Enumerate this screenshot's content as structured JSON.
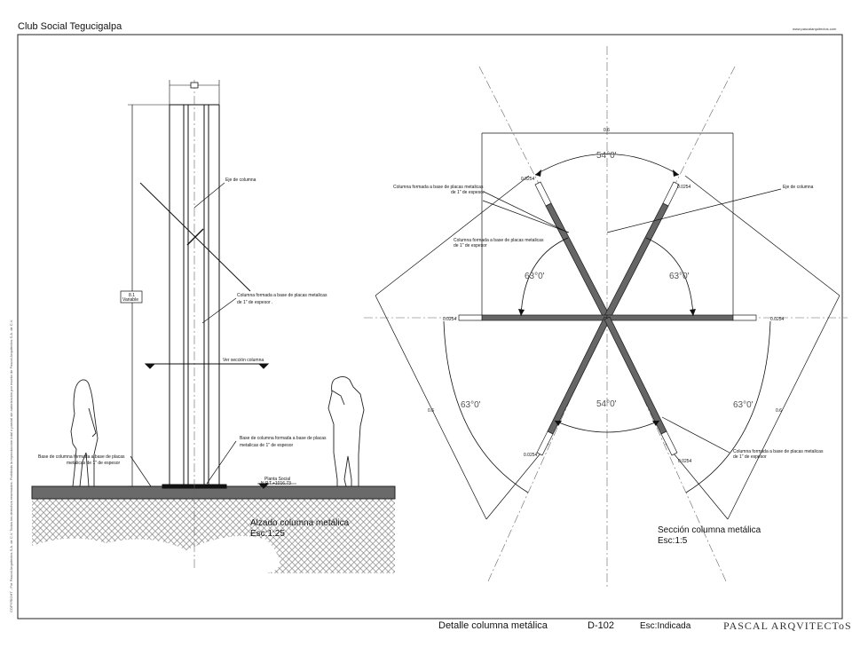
{
  "project": "Club Social Tegucigalpa",
  "website": "www.pascalarquitectos.com",
  "copyright": "COPYRIGHT - Por Pascal Arquitectos S.A. de C.V.  Todos los derechos reservados. Prohibida la reproducción total o parcial sin autorización por escrito de Pascal Arquitectos S.A. de C.V.",
  "elevation": {
    "labels": {
      "eje": "Eje de columna",
      "columna_l1": "Columna formada a base de placas metalicas",
      "columna_l2": "de 1\" de espesor .",
      "ver_seccion": "Ver sección columna",
      "base_r_l1": "Base de columna formada a base de placas",
      "base_r_l2": "metalicas de 1\" de espesor",
      "base_l_l1": "Base de columna formada a base de placas",
      "base_l_l2": "metalicas de 1\" de espesor",
      "height_l1": "8.1",
      "height_l2": "Variable",
      "npt_l1": "Planta Social",
      "npt_l2": "N.P.T.+1016.73",
      "title": "Alzado columna metálica",
      "scale": "Esc:1:25"
    }
  },
  "section": {
    "labels": {
      "angle_top": "54°0'",
      "angle_bottom": "54°0'",
      "angle_left": "63°0'",
      "angle_right": "63°0'",
      "angle_lower_left": "63°0'",
      "angle_lower_right": "63°0'",
      "dim_top": "0.6",
      "dim_left": "0.6",
      "dim_right": "0.6",
      "thick_tl": "0.0254",
      "thick_tr": "0.0254",
      "thick_l": "0.0254",
      "thick_r": "0.0254",
      "thick_bl": "0.0254",
      "thick_br": "0.0254",
      "col_tl_l1": "Columna formada a base de placas metalicas",
      "col_tl_l2": "de 1\" de espesor",
      "col_mid_l1": "Columna formada a base de placas metalicas",
      "col_mid_l2": "de 1\" de espesor",
      "col_br_l1": "Columna formada a base de placas metalicas",
      "col_br_l2": "de 1\" de espesor",
      "eje": "Eje de columna",
      "title": "Sección  columna metálica",
      "scale": "Esc:1:5"
    }
  },
  "titleblock": {
    "title": "Detalle columna metálica",
    "code": "D-102",
    "scale": "Esc:Indicada",
    "firm": "PASCAL ARQVITECToS"
  }
}
